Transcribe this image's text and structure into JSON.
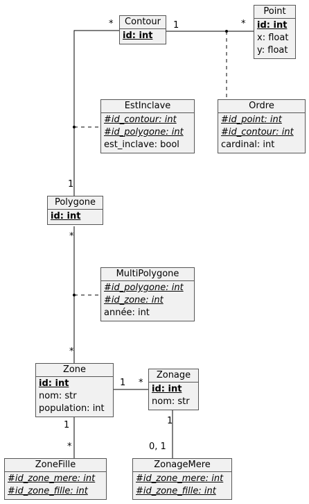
{
  "entities": {
    "contour": {
      "name": "Contour",
      "attributes": [
        {
          "text": "id: int",
          "kind": "pk"
        }
      ]
    },
    "point": {
      "name": "Point",
      "attributes": [
        {
          "text": "id: int",
          "kind": "pk"
        },
        {
          "text": "x: float",
          "kind": "plain"
        },
        {
          "text": "y: float",
          "kind": "plain"
        }
      ]
    },
    "estinclave": {
      "name": "EstInclave",
      "attributes": [
        {
          "text": "#id_contour: int",
          "kind": "fk"
        },
        {
          "text": "#id_polygone: int",
          "kind": "fk"
        },
        {
          "text": "est_inclave: bool",
          "kind": "plain"
        }
      ]
    },
    "ordre": {
      "name": "Ordre",
      "attributes": [
        {
          "text": "#id_point: int",
          "kind": "fk"
        },
        {
          "text": "#id_contour: int",
          "kind": "fk"
        },
        {
          "text": "cardinal: int",
          "kind": "plain"
        }
      ]
    },
    "polygone": {
      "name": "Polygone",
      "attributes": [
        {
          "text": "id: int",
          "kind": "pk"
        }
      ]
    },
    "multipolygone": {
      "name": "MultiPolygone",
      "attributes": [
        {
          "text": "#id_polygone: int",
          "kind": "fk"
        },
        {
          "text": "#id_zone: int",
          "kind": "fk"
        },
        {
          "text": "année: int",
          "kind": "plain"
        }
      ]
    },
    "zone": {
      "name": "Zone",
      "attributes": [
        {
          "text": "id: int",
          "kind": "pk"
        },
        {
          "text": "nom: str",
          "kind": "plain"
        },
        {
          "text": "population: int",
          "kind": "plain"
        }
      ]
    },
    "zonage": {
      "name": "Zonage",
      "attributes": [
        {
          "text": "id: int",
          "kind": "pk"
        },
        {
          "text": "nom: str",
          "kind": "plain"
        }
      ]
    },
    "zonefille": {
      "name": "ZoneFille",
      "attributes": [
        {
          "text": "#id_zone_mere: int",
          "kind": "fk"
        },
        {
          "text": "#id_zone_fille: int",
          "kind": "fk"
        }
      ]
    },
    "zonagemere": {
      "name": "ZonageMere",
      "attributes": [
        {
          "text": "#id_zone_mere: int",
          "kind": "fk"
        },
        {
          "text": "#id_zone_fille: int",
          "kind": "fk"
        }
      ]
    }
  },
  "multiplicities": {
    "contour_left": "*",
    "contour_right": "1",
    "point_left": "*",
    "polygone_top": "1",
    "polygone_bottom": "*",
    "zone_top": "*",
    "zone_right": "1",
    "zonage_left": "*",
    "zone_bottom": "1",
    "zonefille_top": "*",
    "zonage_bottom": "1",
    "zonagemere_top": "0, 1"
  },
  "colors": {
    "box_fill": "#f1f1f1",
    "box_border": "#555555",
    "line": "#000000"
  }
}
